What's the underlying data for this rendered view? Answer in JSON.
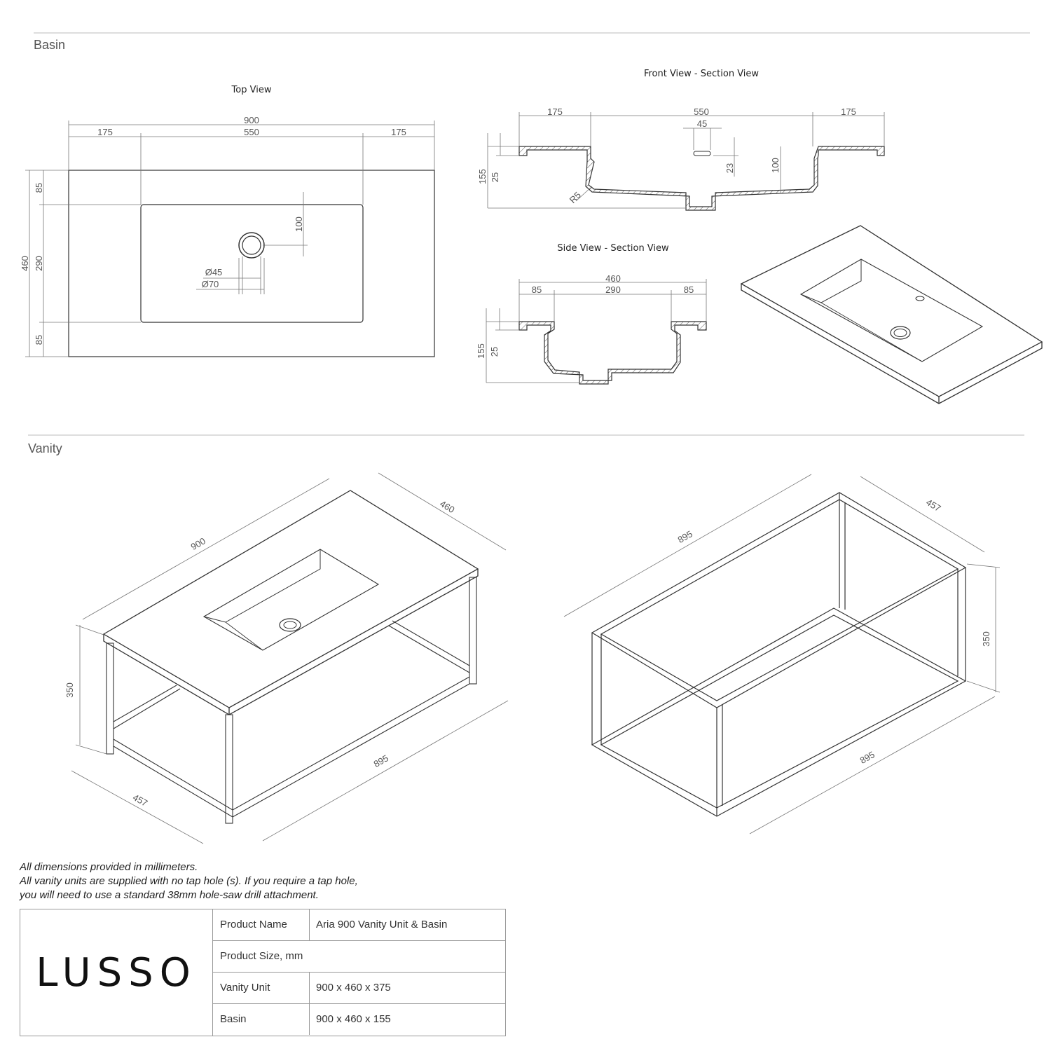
{
  "sections": {
    "basin": "Basin",
    "vanity": "Vanity"
  },
  "views": {
    "top": "Top View",
    "front": "Front View - Section View",
    "side": "Side View - Section View"
  },
  "dims": {
    "top": {
      "overall_w": "900",
      "left": "175",
      "middle": "550",
      "right": "175",
      "overall_d": "460",
      "d_top": "85",
      "d_mid": "290",
      "d_bot": "85",
      "hole_off": "100",
      "dia45": "Ø45",
      "dia70": "Ø70"
    },
    "front": {
      "left": "175",
      "middle": "550",
      "right": "175",
      "hole": "45",
      "h155": "155",
      "h25": "25",
      "h23": "23",
      "h100": "100",
      "r5": "R5"
    },
    "side": {
      "overall": "460",
      "left": "85",
      "middle": "290",
      "right": "85",
      "h155": "155",
      "h25": "25"
    },
    "vanity_left": {
      "w900": "900",
      "d460": "460",
      "h350": "350",
      "w895": "895",
      "d457": "457"
    },
    "vanity_right": {
      "w895_top": "895",
      "d457": "457",
      "h350": "350",
      "w895_bot": "895"
    }
  },
  "notes": [
    "All dimensions provided in millimeters.",
    "All vanity units are supplied with no tap hole (s). If you require a tap hole,",
    "you will need to use a standard 38mm hole-saw drill attachment."
  ],
  "logo": "LUSSO",
  "table": [
    {
      "key": "Product Name",
      "value": "Aria 900 Vanity Unit & Basin"
    },
    {
      "key": "Product Size, mm",
      "value": ""
    },
    {
      "key": "Vanity Unit",
      "value": "900 x 460 x 375"
    },
    {
      "key": "Basin",
      "value": "900 x 460 x 155"
    }
  ],
  "colors": {
    "line": "#333333",
    "dim": "#777777",
    "rule": "#bbbbbb"
  }
}
